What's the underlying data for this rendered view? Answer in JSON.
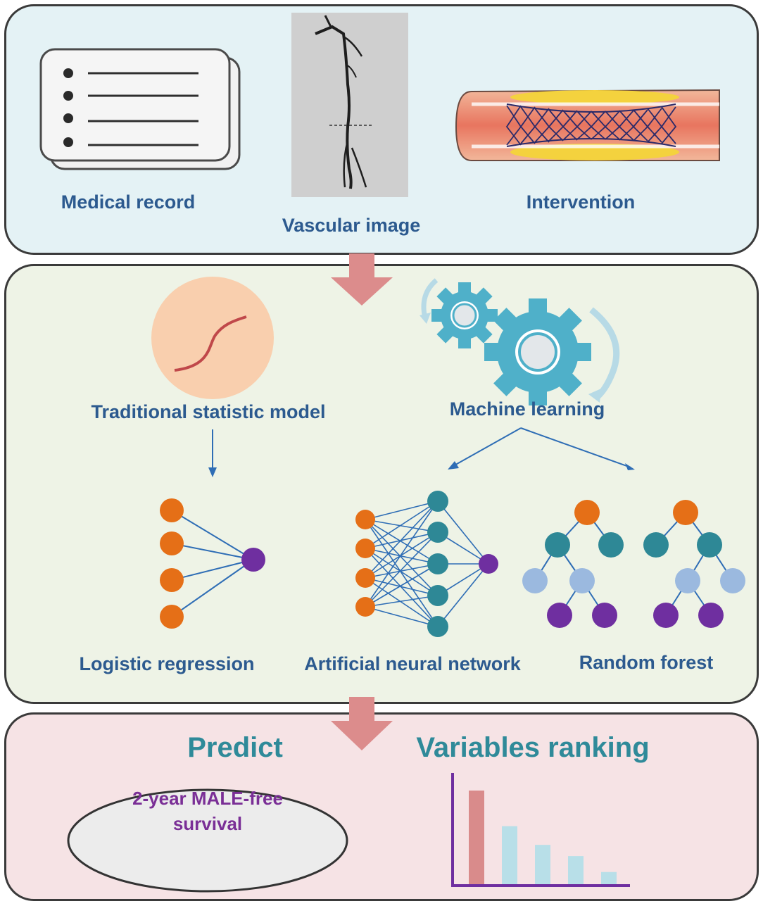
{
  "top": {
    "medical_record": "Medical record",
    "vascular_image": "Vascular image",
    "intervention": "Intervention"
  },
  "middle": {
    "traditional": "Traditional statistic model",
    "machine_learning": "Machine learning",
    "logistic": "Logistic regression",
    "ann": "Artificial neural network",
    "random_forest": "Random forest"
  },
  "bottom": {
    "predict": "Predict",
    "ranking": "Variables ranking",
    "outcome": "2-year MALE-free survival"
  },
  "chart_data": {
    "type": "bar",
    "values": [
      100,
      62,
      42,
      30,
      13
    ],
    "colors": [
      "#d98b8b",
      "#b8dfe8",
      "#b8dfe8",
      "#b8dfe8",
      "#b8dfe8"
    ]
  },
  "colors": {
    "node_input": "#e56f17",
    "node_output": "#6f2fa0",
    "node_hidden": "#2e8896",
    "node_leaf_mid": "#9bb9df",
    "edge": "#2e6db5",
    "gear": "#4fb0c9",
    "arrow": "#dc8c8c"
  }
}
